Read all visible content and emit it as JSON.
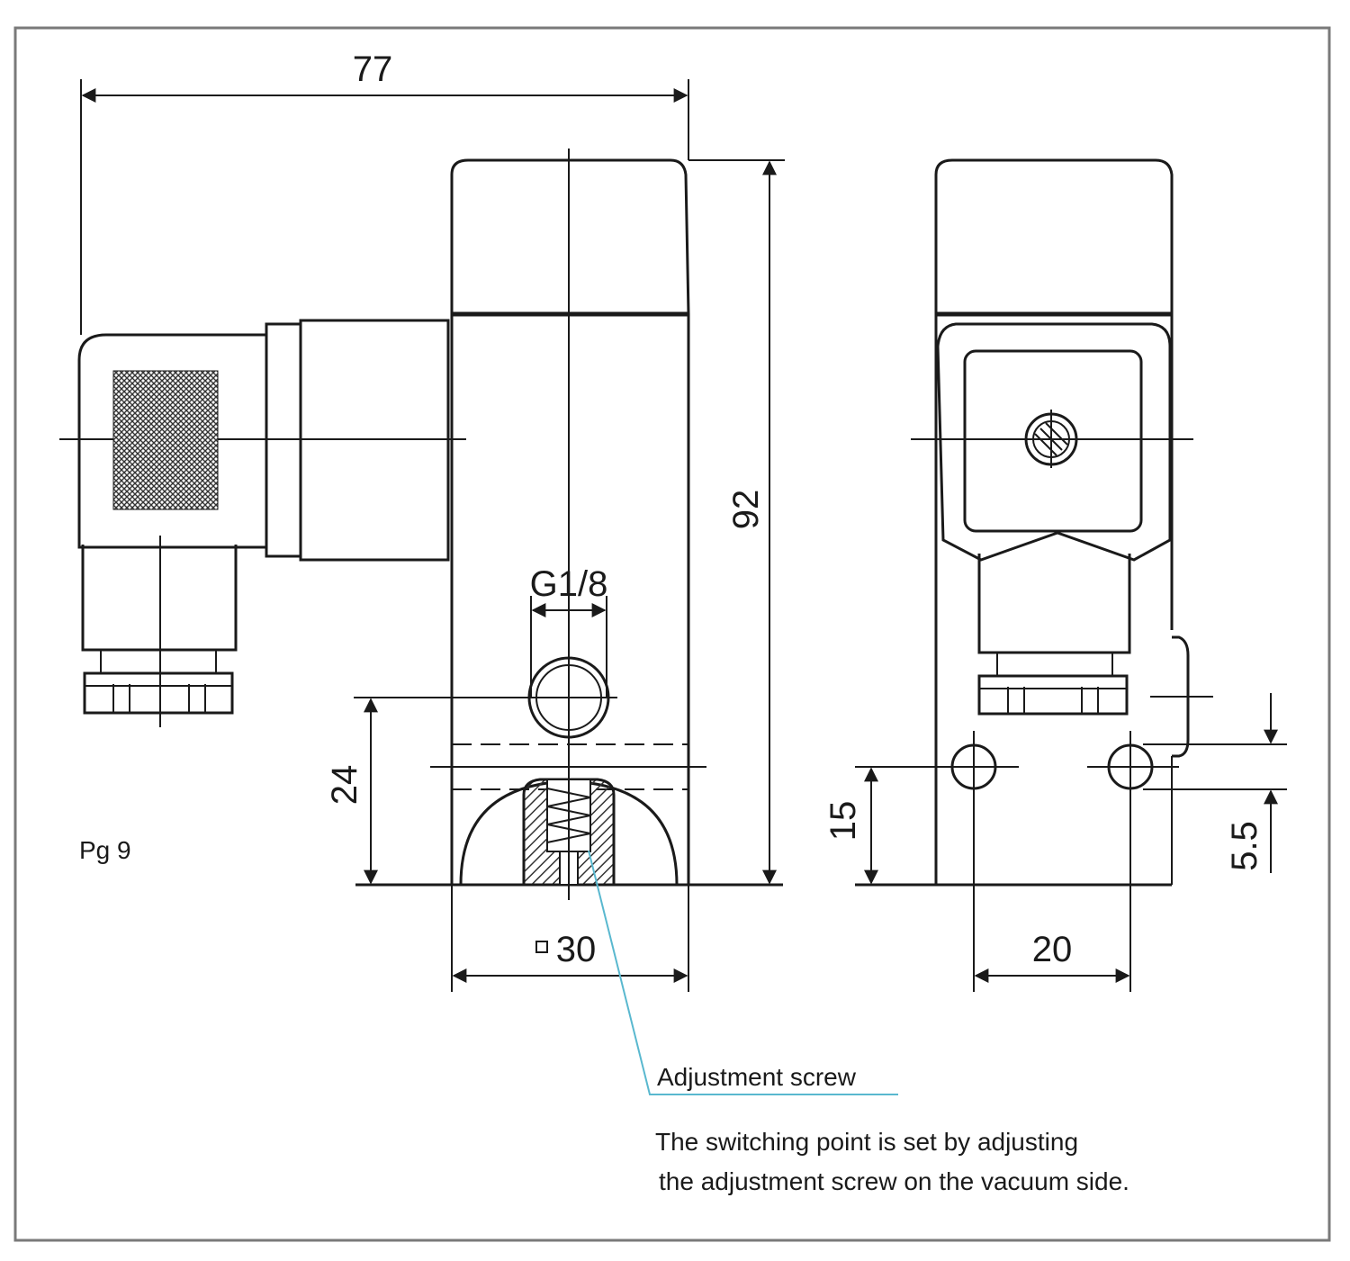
{
  "dimensions": {
    "width": "77",
    "height": "92",
    "port_thread": "G1/8",
    "port_height": "24",
    "body_square": "30",
    "mount_height": "15",
    "hole_spacing": "20",
    "offset": "5.5"
  },
  "labels": {
    "connector": "Pg 9",
    "adjustment_title": "Adjustment screw",
    "description_line1": "The switching point is set by adjusting",
    "description_line2": "the adjustment screw on the vacuum side."
  },
  "colors": {
    "lines": "#1a1a1a",
    "leader": "#59b8cf",
    "frame": "#7a7a7a"
  }
}
